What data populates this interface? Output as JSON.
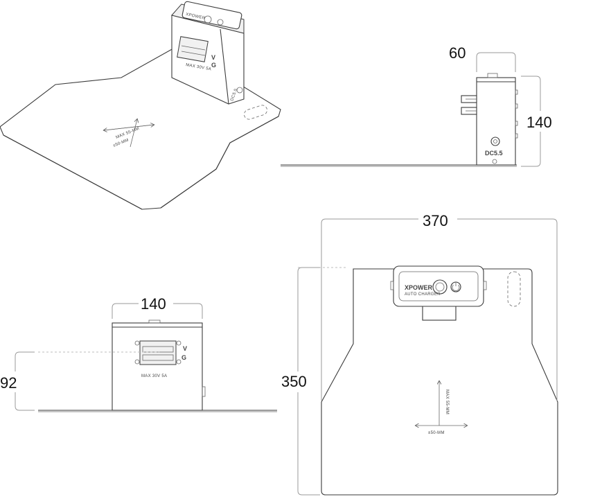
{
  "dimensions": {
    "side_width": "60",
    "side_height": "140",
    "front_width": "140",
    "front_height": "92",
    "top_width": "370",
    "top_depth": "350"
  },
  "device": {
    "brand": "XPOWER",
    "subtitle": "AUTO CHARGER",
    "port_label": "DC5.5",
    "terminal_v": "V",
    "terminal_g": "G",
    "rating": "MAX 30V 5A"
  },
  "plate_marking": {
    "vertical": "MAX 55-MM",
    "horizontal": "±50-MM"
  },
  "iso_marking": {
    "line1": "MAX 55-MM",
    "line2": "±50-MM"
  }
}
